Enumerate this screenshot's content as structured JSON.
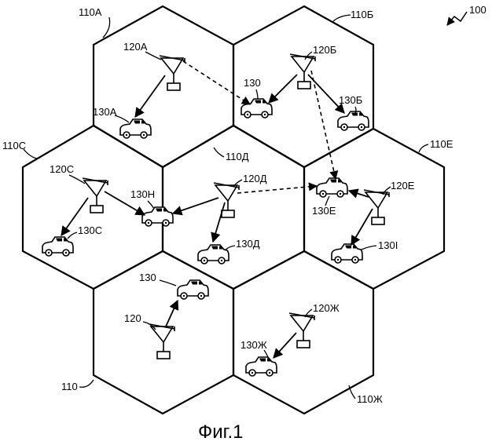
{
  "figure_ref": "100",
  "caption": "Фиг.1",
  "cells": {
    "c110": "110",
    "c110A": "110A",
    "c110B": "110Б",
    "c110C": "110C",
    "c110D": "110Д",
    "c110E": "110E",
    "c110Zh": "110Ж"
  },
  "stations": {
    "s120": "120",
    "s120A": "120A",
    "s120B": "120Б",
    "s120C": "120C",
    "s120D": "120Д",
    "s120E": "120E",
    "s120Zh": "120Ж"
  },
  "vehicles": {
    "v130": "130",
    "v130A": "130A",
    "v130_top": "130",
    "v130B": "130Б",
    "v130C": "130C",
    "v130H": "130H",
    "v130D": "130Д",
    "v130E": "130E",
    "v130I": "130I",
    "v130Zh": "130Ж"
  }
}
